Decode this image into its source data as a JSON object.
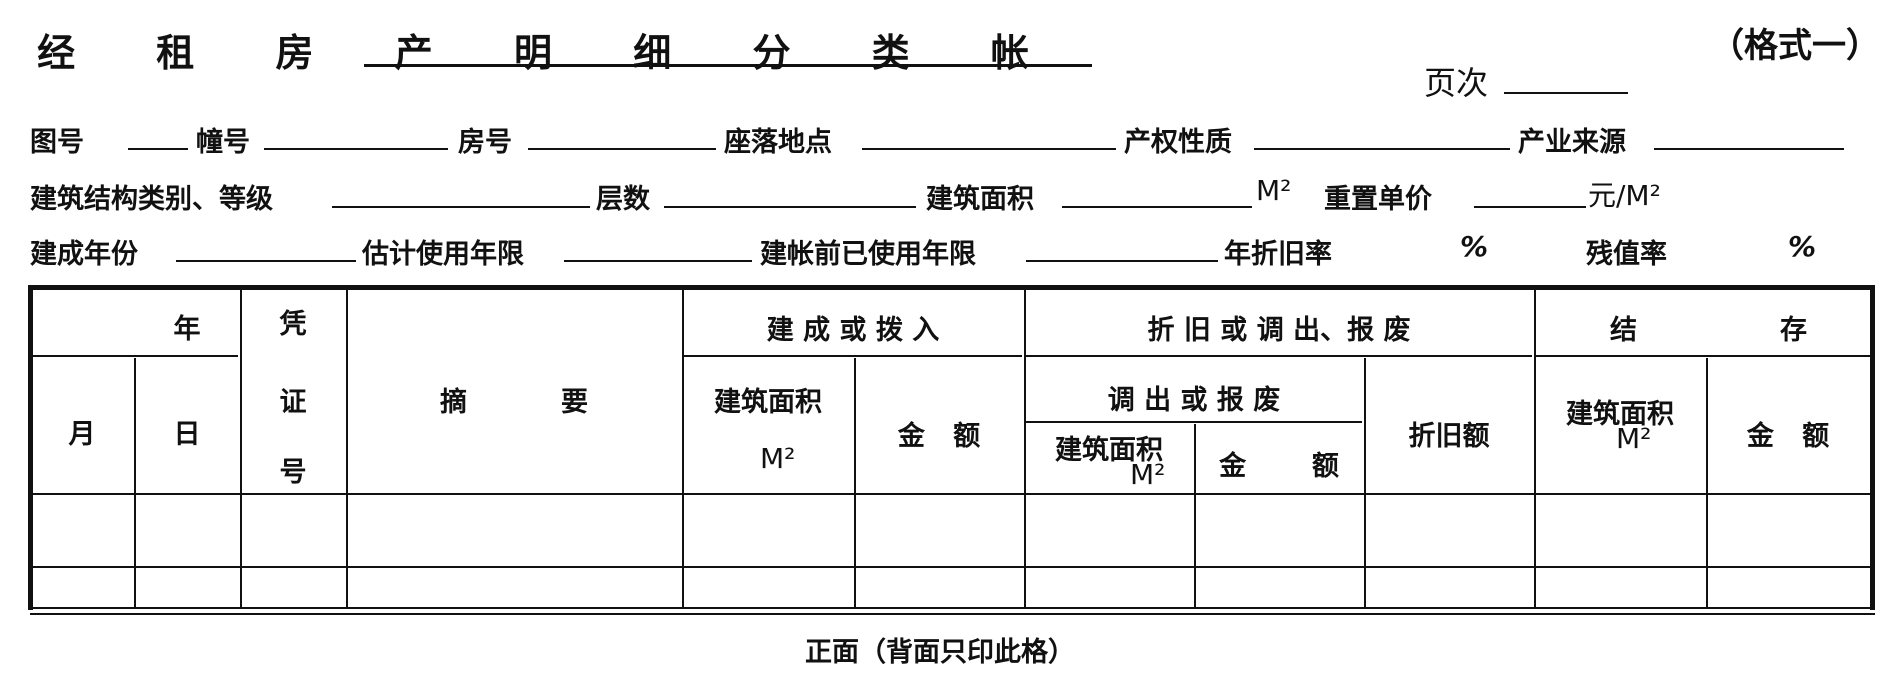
{
  "title": "经 租 房 产 明 细 分 类 帐",
  "format_tag": "（格式一）",
  "page_label": "页次",
  "fields": {
    "map_no": "图号",
    "building_no": "幢号",
    "room_no": "房号",
    "location": "座落地点",
    "ownership": "产权性质",
    "source": "产业来源",
    "structure": "建筑结构类别、等级",
    "floors": "层数",
    "area": "建筑面积",
    "area_unit": "M²",
    "unit_price": "重置单价",
    "price_unit": "元/M²",
    "year_built": "建成年份",
    "est_life": "估计使用年限",
    "used_years": "建帐前已使用年限",
    "depr_rate": "年折旧率",
    "depr_pct": "%",
    "residual": "残值率",
    "residual_pct": "%"
  },
  "table": {
    "year": "年",
    "month": "月",
    "day": "日",
    "voucher": [
      "凭",
      "证",
      "号"
    ],
    "summary": "摘          要",
    "built_in": "建 成 或 拨 入",
    "area": "建筑面积",
    "m2": "M²",
    "amount": "金   额",
    "depr_out": "折 旧 或 调 出、报 废",
    "transfer_scrap": "调 出 或 报 废",
    "area_m2": "建筑面积",
    "amount2": "金       额",
    "depr_amount": "折旧额",
    "balance_a": "结",
    "balance_b": "存",
    "bal_area": "建筑面积",
    "bal_amount": "金   额"
  },
  "footer": "正面（背面只印此格）"
}
